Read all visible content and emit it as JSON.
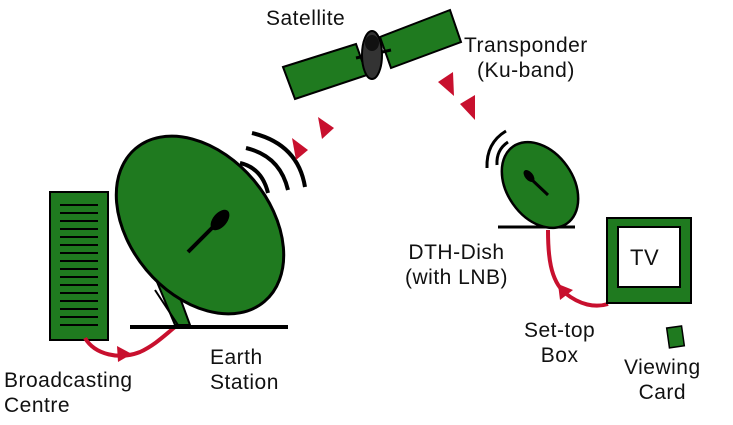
{
  "colors": {
    "dish_green": "#1f7a1f",
    "outline": "#000000",
    "signal_red": "#c8102e",
    "background": "#ffffff"
  },
  "labels": {
    "satellite": "Satellite",
    "transponder_line1": "Transponder",
    "transponder_line2": "(Ku-band)",
    "dth_line1": "DTH-Dish",
    "dth_line2": "(with LNB)",
    "tv": "TV",
    "settop_line1": "Set-top",
    "settop_line2": "Box",
    "viewing_line1": "Viewing",
    "viewing_line2": "Card",
    "earth_line1": "Earth",
    "earth_line2": "Station",
    "broadcast_line1": "Broadcasting",
    "broadcast_line2": "Centre"
  },
  "icons": {
    "satellite": "satellite-icon",
    "earth_dish": "earth-station-dish-icon",
    "home_dish": "dth-dish-icon",
    "building": "broadcasting-centre-icon",
    "tv": "tv-icon",
    "card": "viewing-card-icon"
  }
}
